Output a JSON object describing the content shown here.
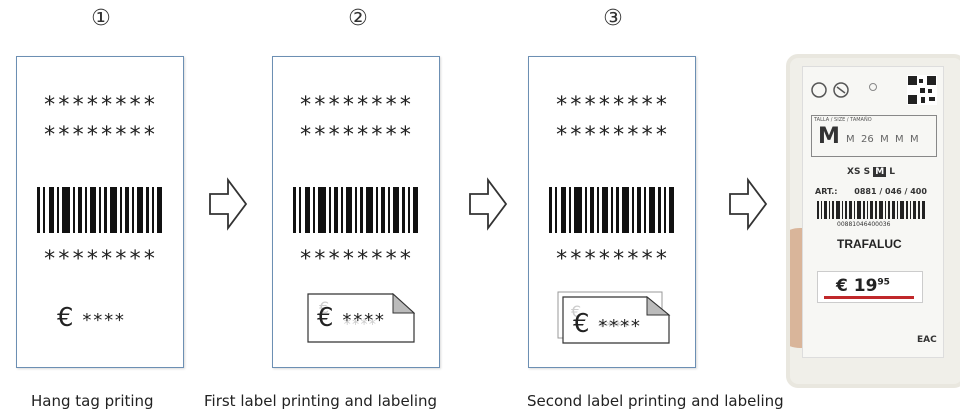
{
  "steps": [
    {
      "number": "①",
      "caption": "Hang tag priting",
      "stars_top": "********",
      "stars_mid": "********",
      "stars_bottom": "********",
      "euro": "€",
      "price_stars": "****"
    },
    {
      "number": "②",
      "caption": "First label printing and labeling",
      "stars_top": "********",
      "stars_mid": "********",
      "stars_bottom": "********",
      "euro": "€",
      "price_stars": "****"
    },
    {
      "number": "③",
      "caption": "Second label printing and labeling",
      "stars_top": "********",
      "stars_mid": "********",
      "stars_bottom": "********",
      "euro": "€",
      "price_stars": "****"
    }
  ],
  "photo": {
    "size_letter": "M",
    "size_header": "TALLA / SIZE / TAMAÑO",
    "size_row": "M  26  M  M  M",
    "sizes": [
      "XS",
      "S",
      "M",
      "L"
    ],
    "art_label": "ART.:",
    "art_number": "0881 / 046 / 400",
    "barcode_number": "00881046400036",
    "brand": "TRAFALUC",
    "price_main": "€ 19",
    "price_cents": "95",
    "mark": "EAC"
  },
  "colors": {
    "card_border": "#6c8fb3",
    "price_sticker_red": "#c0282a"
  },
  "icons": [
    "arrow-right-icon",
    "sticker-peel-icon",
    "recycle-icon",
    "qr-code-icon"
  ]
}
